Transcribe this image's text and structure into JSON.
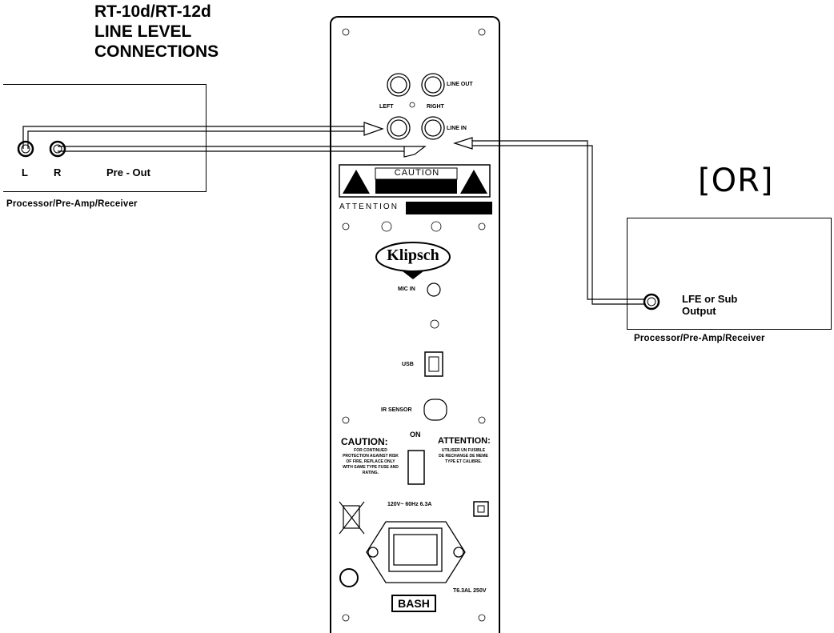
{
  "title": {
    "line1": "RT-10d/RT-12d",
    "line2": "LINE LEVEL",
    "line3": "CONNECTIONS"
  },
  "left_device": {
    "jack_l": "L",
    "jack_r": "R",
    "output_label": "Pre - Out",
    "caption": "Processor/Pre-Amp/Receiver"
  },
  "right_device": {
    "output_line1": "LFE or Sub",
    "output_line2": "Output",
    "caption": "Processor/Pre-Amp/Receiver"
  },
  "or_label": "[OR]",
  "panel": {
    "line_out": "LINE OUT",
    "left": "LEFT",
    "right": "RIGHT",
    "line_in": "LINE IN",
    "caution": "CAUTION",
    "attention": "ATTENTION",
    "brand": "Klipsch",
    "mic_in": "MIC IN",
    "usb": "USB",
    "ir_sensor": "IR SENSOR",
    "on": "ON",
    "caution_bottom": "CAUTION:",
    "attention_bottom": "ATTENTION:",
    "caution_text": "FOR CONTINUED PROTECTION AGAINST RISK OF FIRE, REPLACE ONLY WITH SAME TYPE FUSE AND RATING.",
    "attention_text": "UTILISER UN FUSIBLE DE RECHANGE DE MEME TYPE ET CALIBRE.",
    "power_rating": "120V~ 60Hz 6.3A",
    "fuse_rating": "T6.3AL 250V",
    "bash_logo": "BASH"
  },
  "colors": {
    "ink": "#000000",
    "background": "#ffffff",
    "warning_fill": "#000000"
  }
}
